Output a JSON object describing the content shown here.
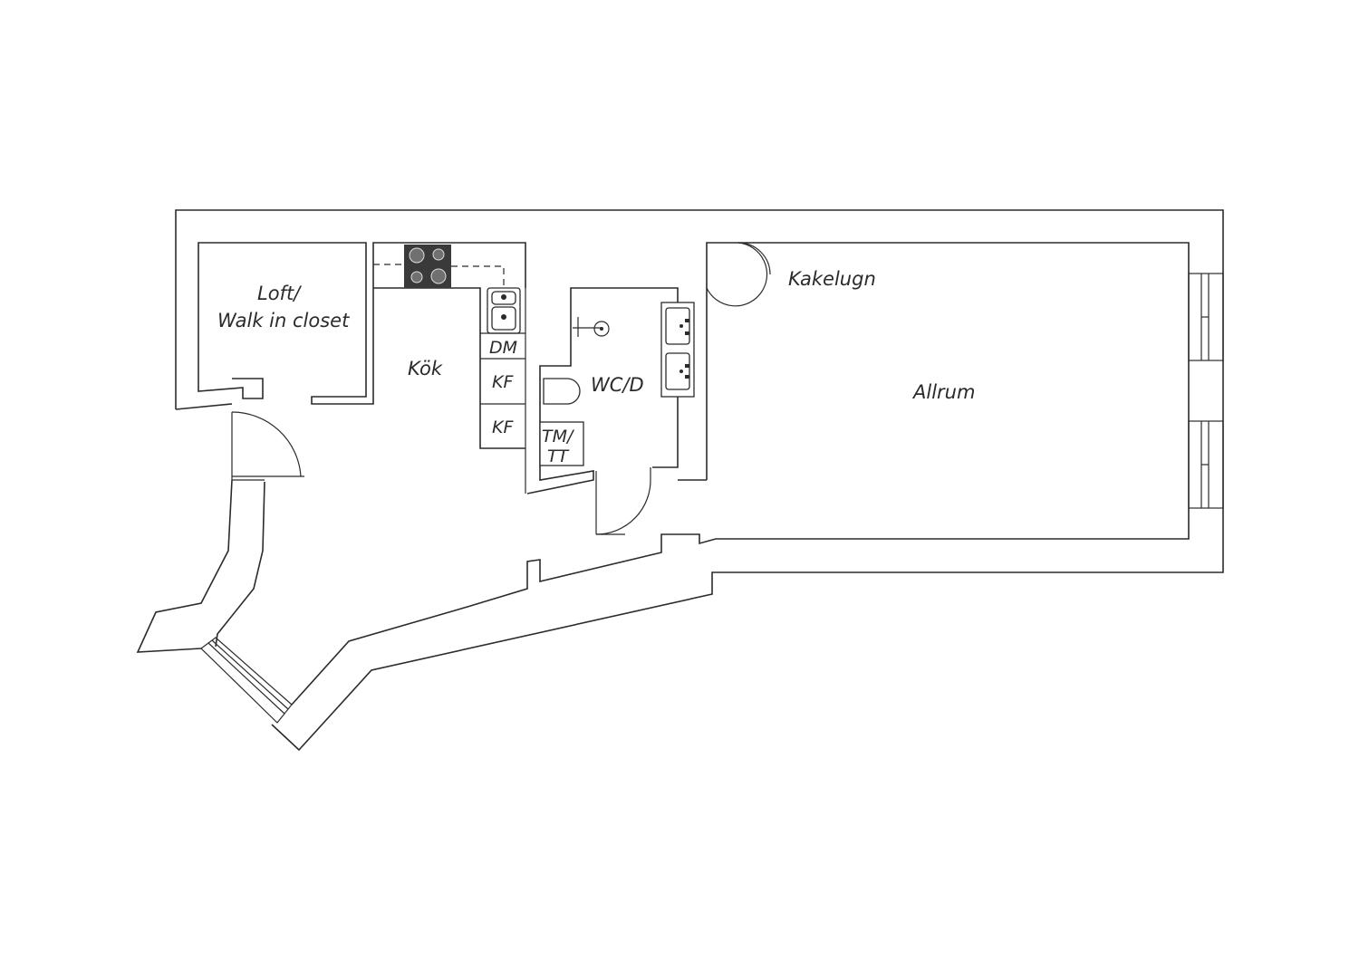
{
  "rooms": {
    "loft_line1": "Loft/",
    "loft_line2": "Walk in closet",
    "kitchen": "Kök",
    "bathroom": "WC/D",
    "living": "Allrum",
    "stove": "Kakelugn"
  },
  "appliances": {
    "dishwasher": "DM",
    "fridge_1": "KF",
    "fridge_2": "KF",
    "washer_line1": "TM/",
    "washer_line2": "TT"
  },
  "colors": {
    "line": "#2b2b2b",
    "cooktop": "#3a3a3a",
    "background": "#ffffff"
  }
}
